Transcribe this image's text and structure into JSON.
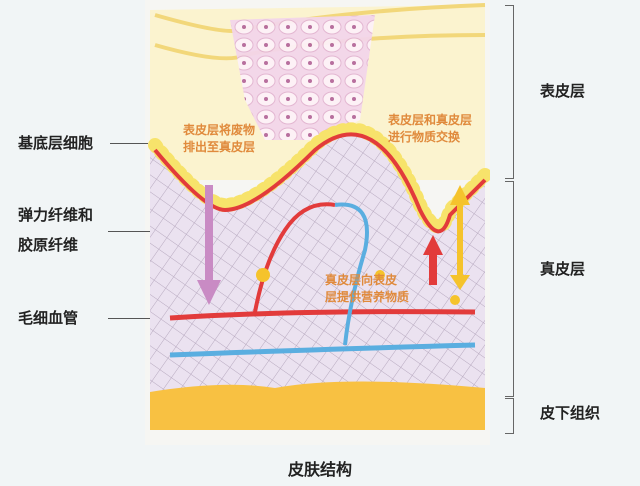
{
  "title": "皮肤结构",
  "left_labels": {
    "basal_cells": "基底层细胞",
    "fibers_line1": "弹力纤维和",
    "fibers_line2": "胶原纤维",
    "capillaries": "毛细血管"
  },
  "right_labels": {
    "epidermis": "表皮层",
    "dermis": "真皮层",
    "subcutaneous": "皮下组织"
  },
  "annotations": {
    "waste_line1": "表皮层将废物",
    "waste_line2": "排出至真皮层",
    "exchange_line1": "表皮层和真皮层",
    "exchange_line2": "进行物质交换",
    "nutrient_line1": "真皮层向表皮",
    "nutrient_line2": "层提供营养物质"
  },
  "colors": {
    "background": "#f1f5f6",
    "epidermis": "#fbf3cf",
    "dermis": "#e9e0ef",
    "subcutaneous": "#f8c142",
    "artery": "#e23b3b",
    "vein": "#5aaee0",
    "annotation": "#e08a3c",
    "waste_arrow": "#c98bc4",
    "exchange_arrow": "#f5c32c"
  }
}
